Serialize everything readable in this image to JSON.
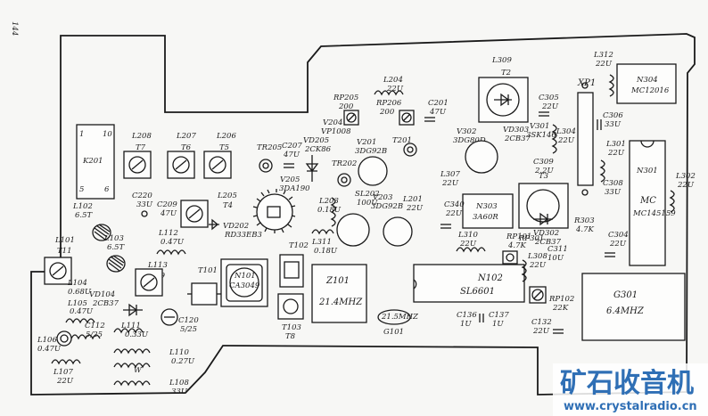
{
  "page_number": "144",
  "components": {
    "K201": "K201",
    "K201_pins": [
      "1",
      "10",
      "5",
      "6"
    ],
    "L208": "L208",
    "T7": "T7",
    "L207": "L207",
    "T6": "T6",
    "L206": "L206",
    "T5": "T5",
    "L205": "L205",
    "T4": "T4",
    "C220": "C220",
    "C220_val": "33U",
    "C209": "C209",
    "C209_val": "47U",
    "L102": "L102",
    "L102_val": "6.5T",
    "L103": "L103",
    "L103_val": "6.5T",
    "L101": "L101",
    "T11": "T11",
    "L112": "L112",
    "L112_val": "0.47U",
    "VD202": "VD202",
    "VD202_val": "RD33EB3",
    "L104": "L104",
    "L104_val": "0.68U",
    "VD104": "VD104",
    "VD104_val": "2CB37",
    "L113": "L113",
    "T9": "T9",
    "T101": "T101",
    "N101": "N101",
    "N101_val": "CA3049",
    "L105": "L105",
    "L105_val": "0.47U",
    "C112": "C112",
    "C112_val": "5/25",
    "C120": "C120",
    "C120_val": "5/25",
    "L111": "L111",
    "L111_val": "0.33U",
    "L106": "L106",
    "L106_val": "0.47U",
    "L110": "L110",
    "L110_val": "0.27U",
    "W": "W",
    "L107": "L107",
    "L107_val": "22U",
    "L108": "L108",
    "L108_val": "33U",
    "TR205": "TR205",
    "C207": "C207",
    "C207_val": "47U",
    "VD205": "VD205",
    "VD205_val": "2CK86",
    "V205": "V205",
    "V205_val": "3DA190",
    "V204": "V204",
    "V204_val": "VP1008",
    "RP205": "RP205",
    "RP205_val": "200",
    "RP206": "RP206",
    "RP206_val": "200",
    "L204": "L204",
    "L204_val": "22U",
    "C201": "C201",
    "C201_val": "47U",
    "T201": "T201",
    "V201": "V201",
    "V201_val": "3DG92B",
    "TR202": "TR202",
    "SL202": "SL202",
    "SL202_val": "100U",
    "V203": "V203",
    "V203_val": "3DG92B",
    "L203": "L203",
    "L203_val": "0.18U",
    "L201": "L201",
    "L201_val": "22U",
    "L311": "L311",
    "L311_val": "0.18U",
    "T102": "T102",
    "T103": "T103",
    "T8": "T8",
    "Z101": "Z101",
    "Z101_val": "21.4MHZ",
    "G101": "G101",
    "G101_val": "21.5MHZ",
    "N102": "N102",
    "N102_val": "SL6601",
    "C136": "C136",
    "C136_val": "1U",
    "C137": "C137",
    "C137_val": "1U",
    "L309": "L309",
    "T2": "T2",
    "VD303": "VD303",
    "VD303_val": "2CB37",
    "V302": "V302",
    "V302_val": "3DG80D",
    "L307": "L307",
    "L307_val": "22U",
    "N303": "N303",
    "N303_val": "3A60R",
    "C340": "C340",
    "C340_val": "22U",
    "L310": "L310",
    "L310_val": "22U",
    "RP101": "RP101",
    "RP101_val": "4.7K",
    "RP301": "RP301",
    "V301": "V301",
    "V301_val": "3SK146",
    "C305": "C305",
    "C305_val": "22U",
    "L304": "L304",
    "L304_val": "22U",
    "C309": "C309",
    "C309_val": "2.2U",
    "T3": "T3",
    "VD302": "VD302",
    "VD302_val": "2CB37",
    "R303": "R303",
    "R303_val": "4.7K",
    "C311": "C311",
    "C311_val": "10U",
    "L308": "L308",
    "L308_val": "22U",
    "RP102": "RP102",
    "RP102_val": "22K",
    "C132": "C132",
    "C132_val": "22U",
    "XP1": "XP1",
    "L312": "L312",
    "L312_val": "22U",
    "N304": "N304",
    "N304_val": "MC12016",
    "C306": "C306",
    "C306_val": "33U",
    "L301": "L301",
    "L301_val": "22U",
    "C308": "C308",
    "C308_val": "33U",
    "N301": "N301",
    "N301_val": "MC145159",
    "L302": "L302",
    "L302_val": "22U",
    "C304": "C304",
    "C304_val": "22U",
    "G301": "G301",
    "G301_val": "6.4MHZ"
  },
  "watermark": {
    "cn": "矿石收音机",
    "url": "www.crystalradio.cn",
    "color": "#2f6fb5"
  }
}
